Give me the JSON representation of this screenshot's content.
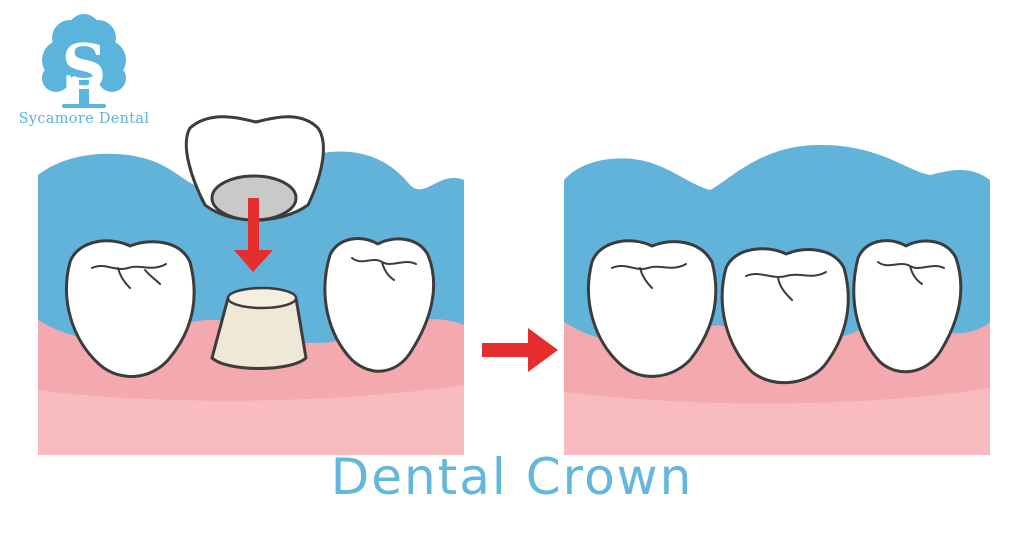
{
  "brand": {
    "monogram": "S",
    "name": "Sycamore Dental",
    "color": "#5ab4dc"
  },
  "caption": {
    "text": "Dental Crown",
    "color": "#63b7dc"
  },
  "colors": {
    "gum_blue": "#62b3d9",
    "gum_pink": "#f4a9ae",
    "gum_pink_light": "#f8bcc0",
    "tooth": "#ffffff",
    "tooth_outline": "#3c3c3c",
    "prepared_tooth": "#efe8d7",
    "arrow": "#e52d2d"
  },
  "icons": [
    "tree-logo-icon",
    "down-arrow-icon",
    "right-arrow-icon"
  ]
}
